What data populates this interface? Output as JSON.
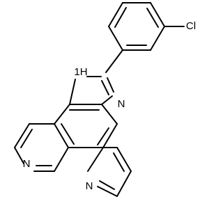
{
  "atoms": {
    "chlorine": "Cl",
    "imidazole_nh": "1H",
    "imidazole_n": "N",
    "pyridine_n_left": "N",
    "pyridine_n_right": "N"
  },
  "colors": {
    "line": "#000000",
    "background": "#ffffff"
  }
}
